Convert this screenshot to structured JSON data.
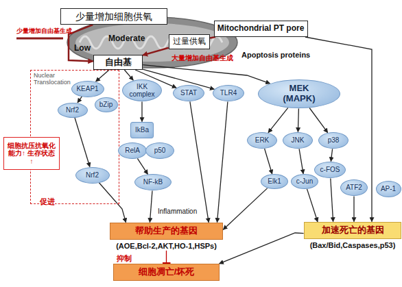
{
  "diagram": {
    "nodes": [
      {
        "text": [
          "少量增加细胞供氧"
        ]
      },
      {
        "text": [
          "Mitochondrial PT pore"
        ]
      },
      {
        "text": [
          "过量供氧"
        ]
      },
      {
        "text": [
          "自由基"
        ]
      },
      {
        "text": [
          "Nuclear Translocation"
        ]
      },
      {
        "text": [
          "KEAP1"
        ],
        "in": 4
      },
      {
        "text": [
          "bZip"
        ],
        "in": 4
      },
      {
        "text": [
          "Nrf2"
        ],
        "in": 4
      },
      {
        "text": [
          "Nrf2"
        ],
        "in": 4
      },
      {
        "text": [
          "IKK complex"
        ]
      },
      {
        "text": [
          "STAT"
        ]
      },
      {
        "text": [
          "TLR4"
        ]
      },
      {
        "text": [
          "MEK (MAPK)"
        ]
      },
      {
        "text": [
          "IkBa"
        ]
      },
      {
        "text": [
          "RelA"
        ]
      },
      {
        "text": [
          "p50"
        ]
      },
      {
        "text": [
          "ERK"
        ]
      },
      {
        "text": [
          "JNK"
        ]
      },
      {
        "text": [
          "p38"
        ]
      },
      {
        "text": [
          "细胞抗压抗氧化 能力↑ 生存状态↑"
        ]
      },
      {
        "text": [
          "NF-kB"
        ]
      },
      {
        "text": [
          "Elk1"
        ]
      },
      {
        "text": [
          "c-Jun"
        ]
      },
      {
        "text": [
          "c-FOS"
        ]
      },
      {
        "text": [
          "ATF2"
        ]
      },
      {
        "text": [
          "AP-1"
        ]
      },
      {
        "text": [
          "帮助生产的基因",
          "(AOE,Bcl-2,AKT,HO-1,HSPs)"
        ]
      },
      {
        "text": [
          "加速死亡的基因",
          "(Bax/Bid,Caspases,p53)"
        ]
      },
      {
        "text": [
          "细胞凋亡/坏死"
        ]
      }
    ],
    "edges": [
      {
        "from": 0,
        "to": 3,
        "arrow": "to"
      },
      {
        "from": 2,
        "to": 3,
        "arrow": "to"
      },
      {
        "from": 2,
        "to": 1,
        "arrow": "none"
      },
      {
        "from": 3,
        "to": 5,
        "arrow": "to"
      },
      {
        "from": 3,
        "to": 9,
        "arrow": "to"
      },
      {
        "from": 3,
        "to": 10,
        "arrow": "to"
      },
      {
        "from": 3,
        "to": 11,
        "arrow": "to"
      },
      {
        "from": 3,
        "to": 12,
        "arrow": "to"
      },
      {
        "from": 5,
        "to": 7,
        "arrow": "to"
      },
      {
        "from": 7,
        "to": 8,
        "arrow": "to"
      },
      {
        "from": 9,
        "to": 13,
        "arrow": "to"
      },
      {
        "from": 14,
        "to": 20,
        "arrow": "to"
      },
      {
        "from": 8,
        "to": 26,
        "arrow": "to",
        "label": "促进"
      },
      {
        "from": 20,
        "to": 26,
        "arrow": "to"
      },
      {
        "from": 10,
        "to": 26,
        "arrow": "to"
      },
      {
        "from": 11,
        "to": 26,
        "arrow": "to"
      },
      {
        "from": 12,
        "to": 16,
        "arrow": "to"
      },
      {
        "from": 12,
        "to": 17,
        "arrow": "to"
      },
      {
        "from": 12,
        "to": 18,
        "arrow": "to"
      },
      {
        "from": 16,
        "to": 21,
        "arrow": "to"
      },
      {
        "from": 17,
        "to": 22,
        "arrow": "to"
      },
      {
        "from": 18,
        "to": 23,
        "arrow": "to"
      },
      {
        "from": 21,
        "to": 26,
        "arrow": "to"
      },
      {
        "from": 22,
        "to": 27,
        "arrow": "to"
      },
      {
        "from": 23,
        "to": 27,
        "arrow": "to"
      },
      {
        "from": 24,
        "to": 27,
        "arrow": "to"
      },
      {
        "from": 1,
        "to": 27,
        "arrow": "to"
      },
      {
        "from": 26,
        "to": 28,
        "arrow": "to",
        "label": "抑制"
      },
      {
        "from": 27,
        "to": 28,
        "arrow": "to"
      }
    ],
    "labels": [
      "少量增加自由基生成",
      "Moderate",
      "Low",
      "Apoptosis proteins",
      "大量增加自由基生成",
      "Inflammation"
    ]
  }
}
